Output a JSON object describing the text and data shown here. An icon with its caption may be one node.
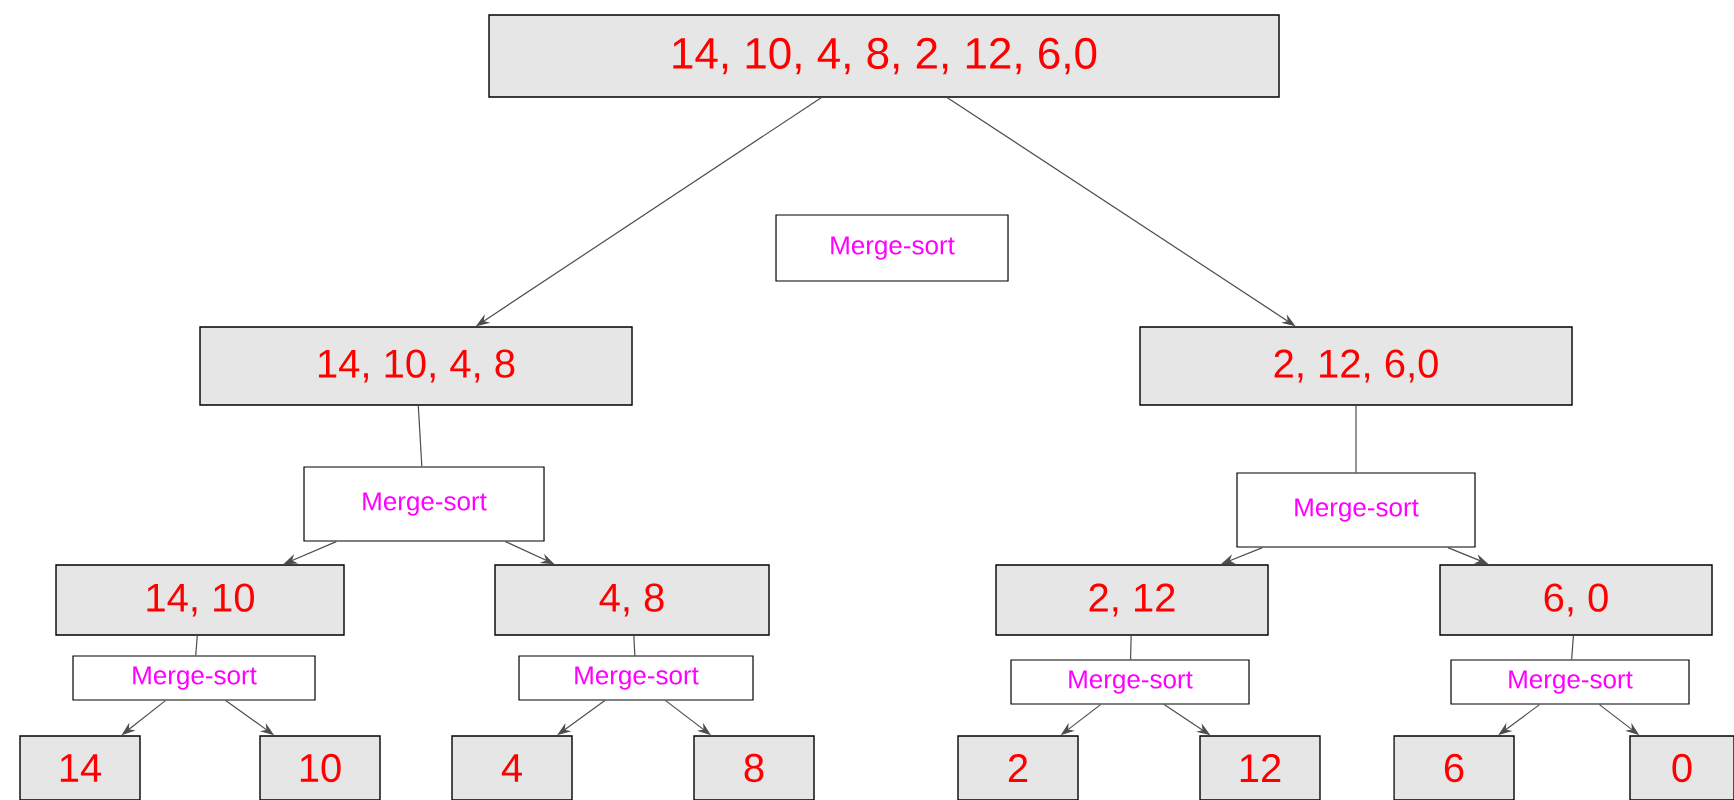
{
  "diagram": {
    "nodes": [
      {
        "text": [
          "14,  10, 4, 8, 2, 12, 6,0"
        ]
      },
      {
        "text": [
          "Merge-sort"
        ]
      },
      {
        "text": [
          "14,  10, 4, 8"
        ]
      },
      {
        "text": [
          "2, 12, 6,0"
        ]
      },
      {
        "text": [
          "Merge-sort"
        ]
      },
      {
        "text": [
          "Merge-sort"
        ]
      },
      {
        "text": [
          "14,  10"
        ]
      },
      {
        "text": [
          "4, 8"
        ]
      },
      {
        "text": [
          "2,  12"
        ]
      },
      {
        "text": [
          "6, 0"
        ]
      },
      {
        "text": [
          "Merge-sort"
        ]
      },
      {
        "text": [
          "Merge-sort"
        ]
      },
      {
        "text": [
          "Merge-sort"
        ]
      },
      {
        "text": [
          "Merge-sort"
        ]
      },
      {
        "text": [
          "14"
        ]
      },
      {
        "text": [
          "10"
        ]
      },
      {
        "text": [
          "4"
        ]
      },
      {
        "text": [
          "8"
        ]
      },
      {
        "text": [
          "2"
        ]
      },
      {
        "text": [
          "12"
        ]
      },
      {
        "text": [
          "6"
        ]
      },
      {
        "text": [
          "0"
        ]
      }
    ],
    "edges": [
      {
        "from": 0,
        "to": 2,
        "arrow": "to"
      },
      {
        "from": 0,
        "to": 3,
        "arrow": "to"
      },
      {
        "from": 2,
        "to": 4,
        "arrow": "none"
      },
      {
        "from": 4,
        "to": 6,
        "arrow": "to"
      },
      {
        "from": 4,
        "to": 7,
        "arrow": "to"
      },
      {
        "from": 3,
        "to": 5,
        "arrow": "none"
      },
      {
        "from": 5,
        "to": 8,
        "arrow": "to"
      },
      {
        "from": 5,
        "to": 9,
        "arrow": "to"
      },
      {
        "from": 6,
        "to": 10,
        "arrow": "none"
      },
      {
        "from": 10,
        "to": 14,
        "arrow": "to"
      },
      {
        "from": 10,
        "to": 15,
        "arrow": "to"
      },
      {
        "from": 7,
        "to": 11,
        "arrow": "none"
      },
      {
        "from": 11,
        "to": 16,
        "arrow": "to"
      },
      {
        "from": 11,
        "to": 17,
        "arrow": "to"
      },
      {
        "from": 8,
        "to": 12,
        "arrow": "none"
      },
      {
        "from": 12,
        "to": 18,
        "arrow": "to"
      },
      {
        "from": 12,
        "to": 19,
        "arrow": "to"
      },
      {
        "from": 9,
        "to": 13,
        "arrow": "none"
      },
      {
        "from": 13,
        "to": 20,
        "arrow": "to"
      },
      {
        "from": 13,
        "to": 21,
        "arrow": "to"
      }
    ]
  }
}
